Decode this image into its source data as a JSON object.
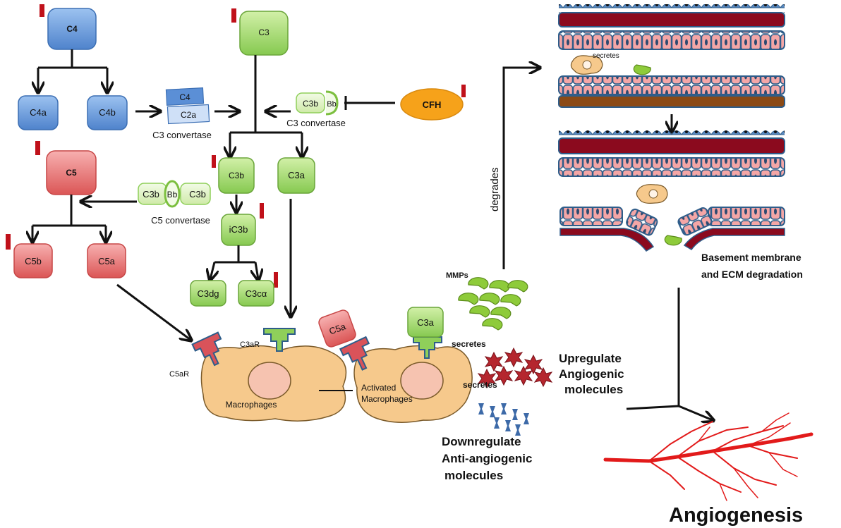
{
  "nodes": {
    "c4": "C4",
    "c4a": "C4a",
    "c4b": "C4b",
    "c3": "C3",
    "c3b": "C3b",
    "c3a": "C3a",
    "ic3b": "iC3b",
    "c3dg": "C3dg",
    "c3ca": "C3cα",
    "c5": "C5",
    "c5b": "C5b",
    "c5a": "C5a",
    "cfh": "CFH"
  },
  "convertases": {
    "c4c2a_top": "C4",
    "c4c2a_bottom": "C2a",
    "c4c2a_label": "C3 convertase",
    "c3bbb_left": "C3b",
    "c3bbb_right": "Bb",
    "c3bbb_label": "C3 convertase",
    "c5conv_left": "C3b",
    "c5conv_mid": "Bb",
    "c5conv_right": "C3b",
    "c5conv_label": "C5 convertase"
  },
  "receptors": {
    "c5ar": "C5aR",
    "c3ar": "C3aR"
  },
  "bound_ligands": {
    "c5a": "C5a",
    "c3a": "C3a"
  },
  "cells": {
    "macrophages": "Macrophages",
    "activated_line1": "Activated",
    "activated_line2": "Macrophages"
  },
  "labels": {
    "mmps": "MMPs",
    "secretes_1": "secretes",
    "secretes_2": "secretes",
    "secretes_vessel": "secretes",
    "degrades": "degrades",
    "upregulate_line1": "Upregulate",
    "upregulate_line2": "Angiogenic",
    "upregulate_line3": "molecules",
    "downregulate_line1": "Downregulate",
    "downregulate_line2": "Anti-angiogenic",
    "downregulate_line3": "molecules",
    "basement_line1": "Basement membrane",
    "basement_line2": "and ECM  degradation",
    "angiogenesis": "Angiogenesis"
  },
  "colors": {
    "blue": "#5b8fd6",
    "green": "#8fcf5a",
    "red": "#e06060",
    "orange": "#f6a21a",
    "macrophage": "#f6c98c",
    "mmp": "#8ecb3a",
    "vessel_pink": "#f4a6a6",
    "vessel_dark": "#8b0a1e",
    "vessel_outline": "#2e5d8a",
    "angio_red": "#e21a1a",
    "marker": "#c0111a"
  }
}
